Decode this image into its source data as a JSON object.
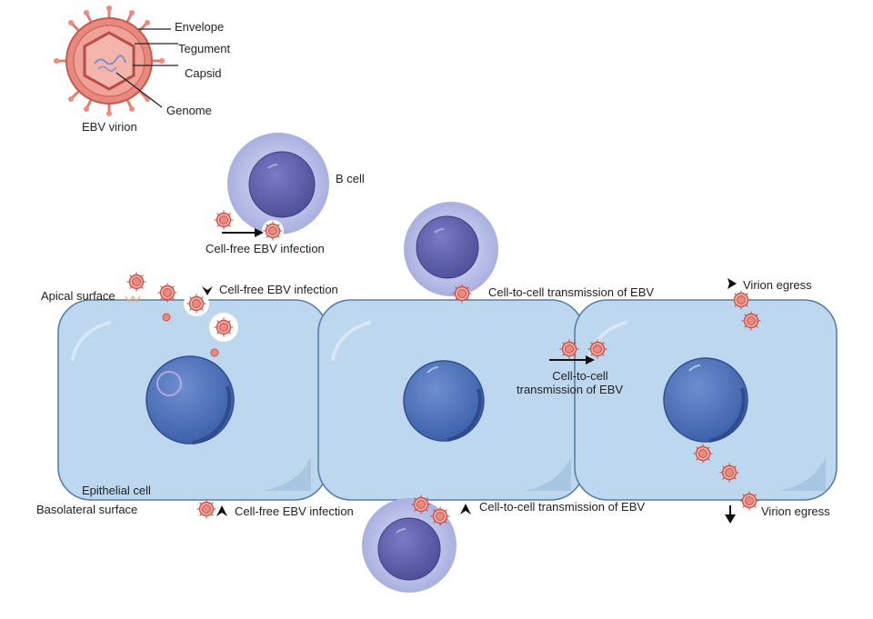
{
  "virion": {
    "title": "EBV virion",
    "parts": [
      "Envelope",
      "Tegument",
      "Capsid",
      "Genome"
    ]
  },
  "labels": {
    "b_cell": "B cell",
    "b_cell_infection": "Cell-free EBV infection",
    "apical_surface": "Apical surface",
    "apical_infection": "Cell-free EBV infection",
    "basolateral_surface": "Basolateral surface",
    "basolateral_infection": "Cell-free EBV infection",
    "epithelial_cell": "Epithelial cell",
    "top_cell_to_cell": "Cell-to-cell transmission of EBV",
    "middle_cell_to_cell_line1": "Cell-to-cell",
    "middle_cell_to_cell_line2": "transmission of EBV",
    "bottom_cell_to_cell": "Cell-to-cell transmission of EBV",
    "virion_egress_top": "Virion egress",
    "virion_egress_bottom": "Virion egress"
  },
  "colors": {
    "epithelial_fill": "#bcd7ee",
    "epithelial_stroke": "#5b7ea6",
    "nucleus": "#4a6fb5",
    "nucleus_dark": "#365a9e",
    "bcell_outer": "#b9bfe6",
    "bcell_nucleus": "#5e5ea8",
    "virion_fill": "#e98a80",
    "virion_stroke": "#c9514a"
  }
}
